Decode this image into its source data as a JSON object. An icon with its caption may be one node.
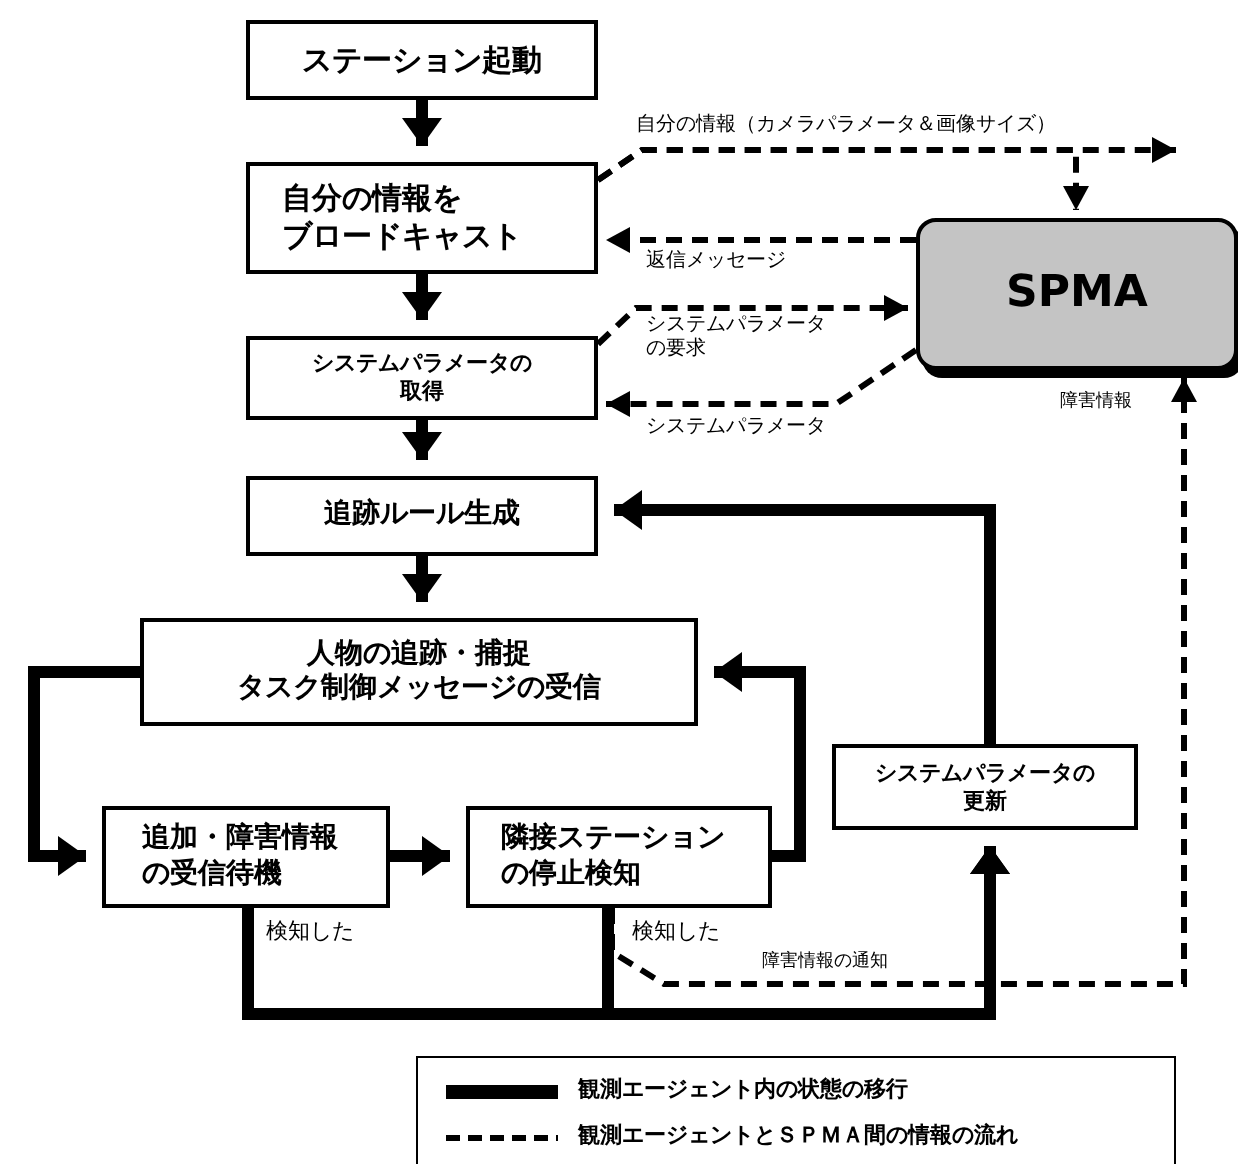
{
  "diagram": {
    "nodes": [
      {
        "text": [
          "ステーション起動"
        ]
      },
      {
        "text": [
          "自分の情報をブロードキャスト"
        ]
      },
      {
        "text": [
          "システムパラメータの取得"
        ]
      },
      {
        "text": [
          "SPMA"
        ]
      },
      {
        "text": [
          "追跡ルール生成"
        ]
      },
      {
        "text": [
          "人物の追跡・捕捉",
          "タスク制御メッセージの受信"
        ]
      },
      {
        "text": [
          "追加・障害情報の受信待機"
        ]
      },
      {
        "text": [
          "隣接ステーションの停止検知"
        ]
      },
      {
        "text": [
          "システムパラメータの更新"
        ]
      }
    ],
    "edges": [
      {
        "from": 0,
        "to": 1,
        "arrow": "to"
      },
      {
        "from": 1,
        "to": 2,
        "arrow": "to"
      },
      {
        "from": 2,
        "to": 4,
        "arrow": "to"
      },
      {
        "from": 4,
        "to": 5,
        "arrow": "to"
      },
      {
        "from": 5,
        "to": 6,
        "arrow": "to"
      },
      {
        "from": 6,
        "to": 7,
        "arrow": "to"
      },
      {
        "from": 7,
        "to": 5,
        "arrow": "to"
      },
      {
        "from": 6,
        "to": 8,
        "arrow": "to",
        "label": "検知した"
      },
      {
        "from": 7,
        "to": 8,
        "arrow": "to",
        "label": "検知した"
      },
      {
        "from": 8,
        "to": 4,
        "arrow": "to"
      },
      {
        "from": 1,
        "to": null,
        "arrow": "to",
        "style": "dashed",
        "label": "自分の情報（カメラパラメータ＆画像サイズ）"
      },
      {
        "from": 1,
        "to": 3,
        "arrow": "to",
        "style": "dashed"
      },
      {
        "from": 3,
        "to": 1,
        "arrow": "to",
        "style": "dashed",
        "label": "返信メッセージ"
      },
      {
        "from": 2,
        "to": 3,
        "arrow": "to",
        "style": "dashed",
        "label": "システムパラメータの要求"
      },
      {
        "from": 3,
        "to": 2,
        "arrow": "to",
        "style": "dashed",
        "label": "システムパラメータ"
      },
      {
        "from": 7,
        "to": 3,
        "arrow": "to",
        "style": "dashed",
        "label": "障害情報の通知"
      }
    ],
    "labels": [
      "障害情報"
    ],
    "legend": [
      {
        "text": "観測エージェント内の状態の移行"
      },
      {
        "text": "観測エージェントとＳＰＭＡ間の情報の流れ"
      }
    ]
  }
}
